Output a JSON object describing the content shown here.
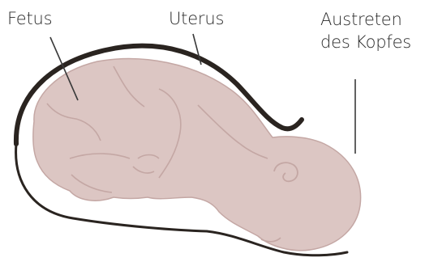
{
  "labels": {
    "fetus": "Fetus",
    "uterus": "Uterus",
    "head_line1": "Austreten",
    "head_line2": "des Kopfes"
  },
  "colors": {
    "skin": "#dcc6c3",
    "skin_outline": "#c4a7a4",
    "uterus_wall": "#2a2420",
    "leader_line": "#3a3a3a",
    "text": "#2b2b2b"
  }
}
